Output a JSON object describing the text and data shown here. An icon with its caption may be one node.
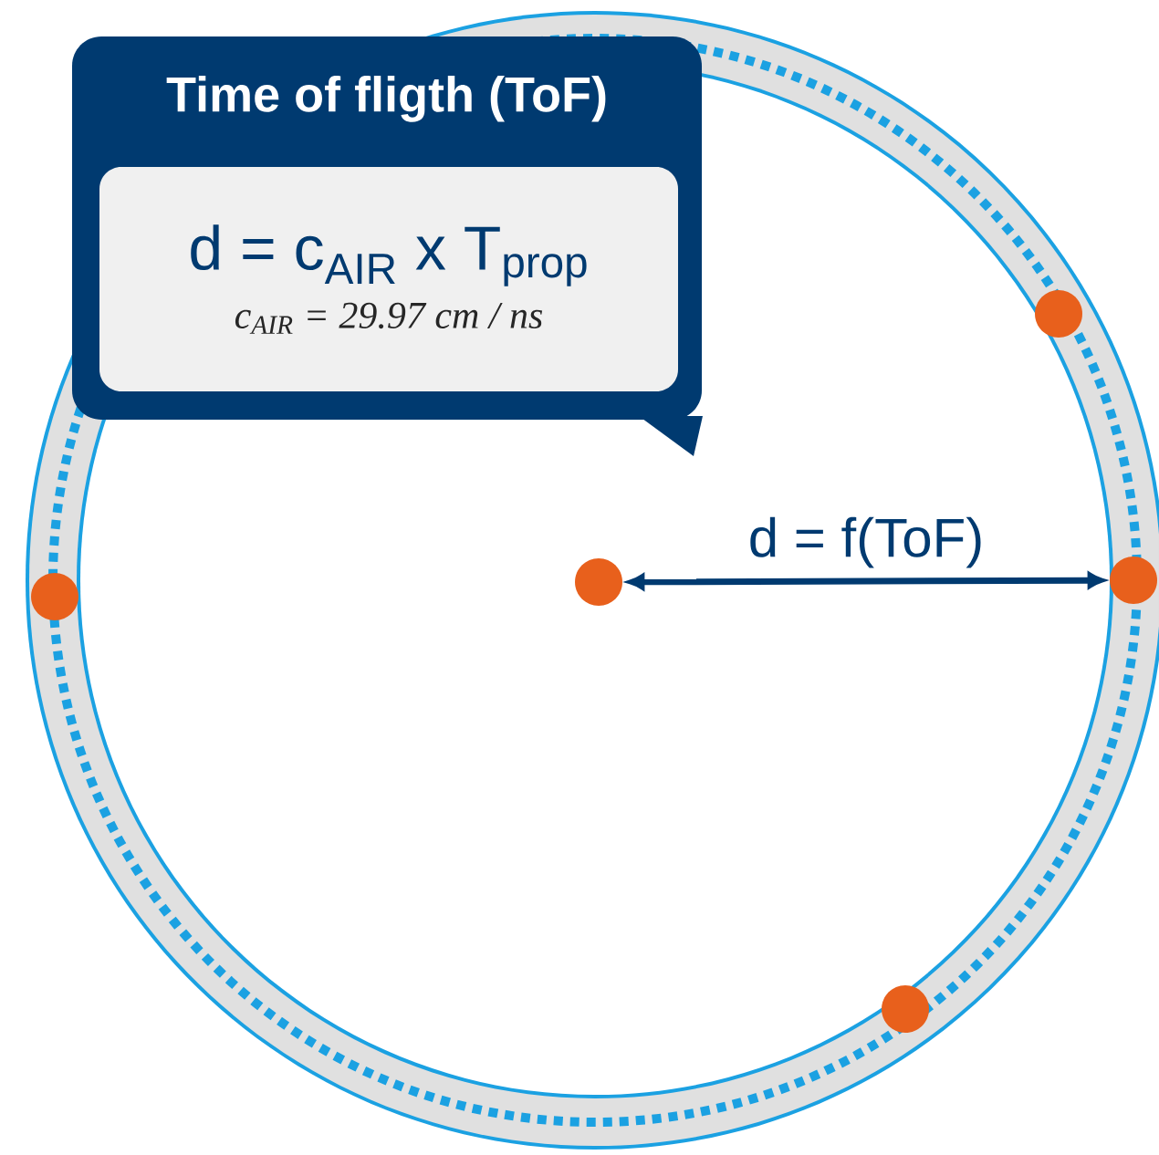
{
  "diagram": {
    "nodes": [
      {
        "text": [
          "Time of fligth (ToF)"
        ]
      },
      {
        "text": [
          "d = c$_{AIR}$ x T$_{prop}$",
          "c$_{AIR}$ = 29.97 cm / ns"
        ],
        "in": 0
      },
      {
        "text": [],
        "shape": "circle"
      },
      {
        "text": [],
        "shape": "circle"
      },
      {
        "text": [],
        "shape": "circle"
      },
      {
        "text": [],
        "shape": "circle"
      },
      {
        "text": [],
        "shape": "circle"
      }
    ],
    "edges": [
      {
        "from": 5,
        "to": 4,
        "arrow": "both",
        "label": "d = f(ToF)"
      }
    ]
  }
}
